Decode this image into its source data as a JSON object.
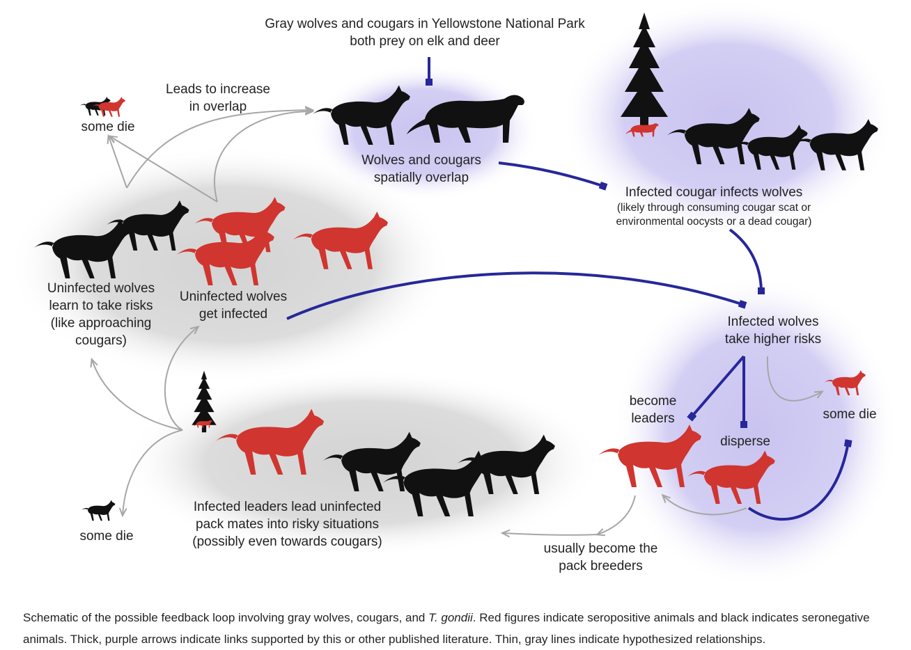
{
  "labels": {
    "top_title": "Gray wolves and cougars in Yellowstone National Park\nboth prey on elk and deer",
    "overlap": "Wolves and cougars\nspatially overlap",
    "infected_cougar": "Infected cougar infects wolves",
    "infected_cougar_note": "(likely through consuming cougar scat or\nenvironmental oocysts or a dead cougar)",
    "leads_increase": "Leads to increase\nin overlap",
    "some_die_top": "some die",
    "uninfected_learn": "Uninfected wolves\nlearn to take risks\n(like approaching\ncougars)",
    "uninfected_infected": "Uninfected wolves\nget infected",
    "higher_risks": "Infected wolves\ntake higher risks",
    "become_leaders": "become\nleaders",
    "disperse": "disperse",
    "some_die_right": "some die",
    "some_die_bottom": "some die",
    "infected_leaders": "Infected leaders lead uninfected\npack mates into risky situations\n(possibly even towards cougars)",
    "breeders": "usually become the\npack breeders"
  },
  "caption": {
    "part1": "Schematic of the possible feedback loop involving gray wolves, cougars, and ",
    "species": "T. gondii",
    "part2": ". Red figures indicate seropositive animals and black indicates seronegative animals. Thick, purple arrows indicate links supported by this or other published literature. Thin, gray lines indicate hypothesized relationships."
  },
  "colors": {
    "seropositive": "#d0352f",
    "seronegative": "#111111",
    "supported_arrow": "#27279a",
    "hypothesized_line": "#a6a6a6",
    "purple_halo": "#cdc9f0",
    "gray_halo": "#d9d9d9"
  }
}
